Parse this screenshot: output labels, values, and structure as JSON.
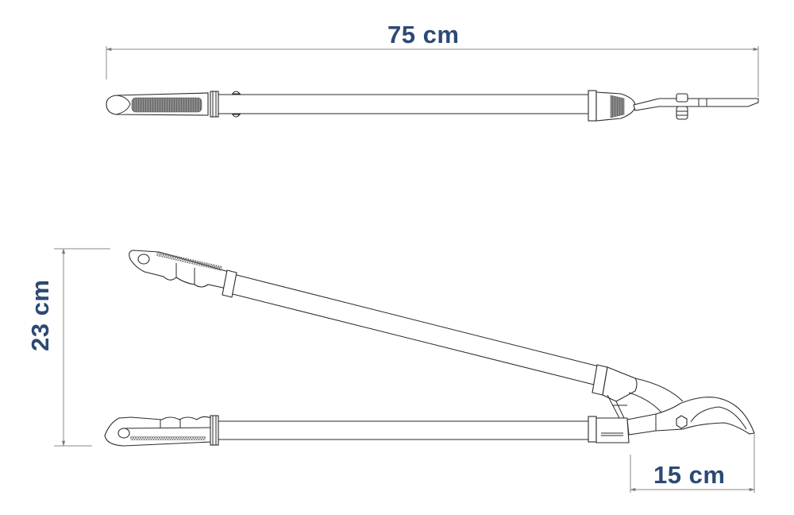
{
  "diagram": {
    "type": "dimensioned product drawing",
    "subject": "bypass lopper / pruning shears",
    "accent_color": "#2b4a74",
    "line_color": "#2a2a2a",
    "dimensions": {
      "length": {
        "value": "75 cm",
        "orientation": "horizontal",
        "view": "top"
      },
      "height": {
        "value": "23 cm",
        "orientation": "vertical",
        "view": "side"
      },
      "blade": {
        "value": "15 cm",
        "orientation": "horizontal",
        "view": "side"
      }
    },
    "views": [
      {
        "name": "top-view",
        "description": "closed tool seen from above"
      },
      {
        "name": "side-view",
        "description": "tool with handles open, seen from the side"
      }
    ]
  }
}
